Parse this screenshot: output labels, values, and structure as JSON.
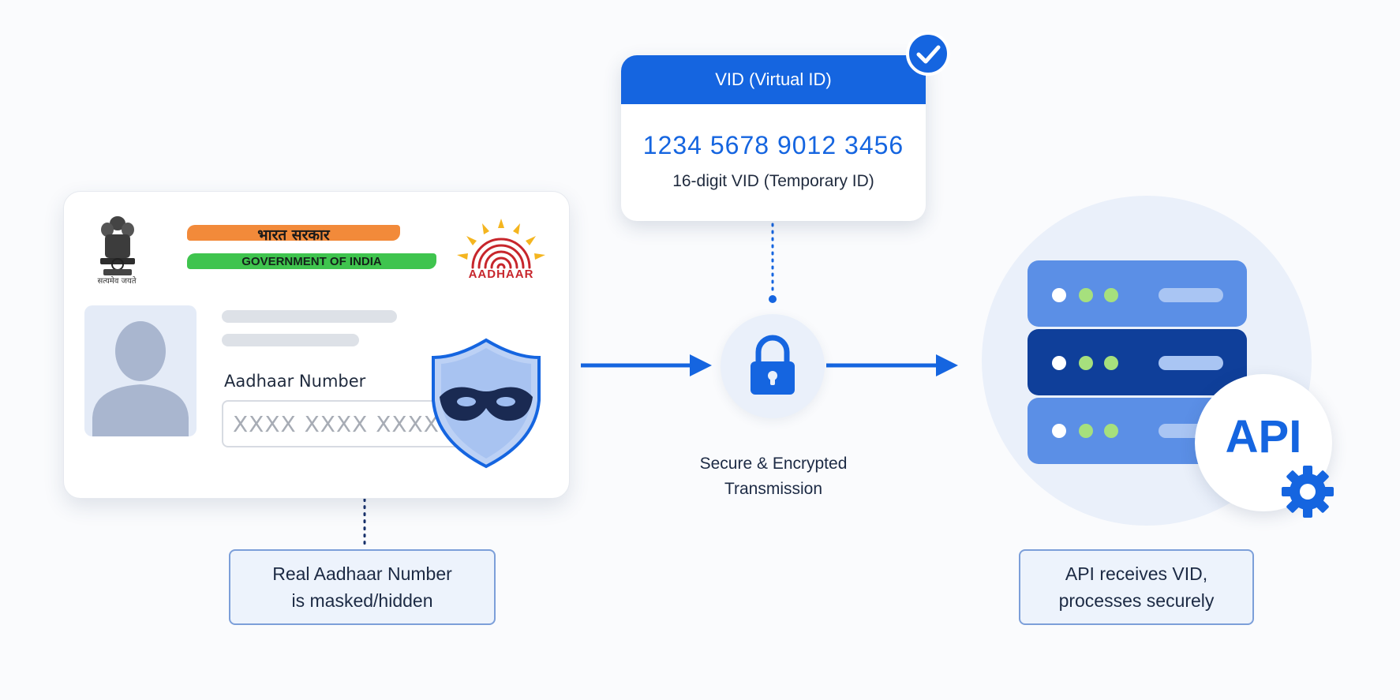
{
  "card": {
    "emblem_motto": "सत्यमेव जयते",
    "hindi_title": "भारत सरकार",
    "government": "GOVERNMENT OF INDIA",
    "logo_text": "AADHAAR",
    "number_label": "Aadhaar Number",
    "number_value": "XXXX XXXX XXXX"
  },
  "vid": {
    "title": "VID (Virtual ID)",
    "number": "1234 5678 9012 3456",
    "subtitle": "16-digit VID (Temporary ID)"
  },
  "transmission": {
    "line1": "Secure & Encrypted",
    "line2": "Transmission"
  },
  "server": {
    "api_label": "API"
  },
  "callouts": {
    "left_line1": "Real Aadhaar Number",
    "left_line2": "is masked/hidden",
    "right_line1": "API receives VID,",
    "right_line2": "processes securely"
  },
  "colors": {
    "primary_blue": "#1565e0",
    "dark_blue": "#0f3f9a",
    "light_blue": "#5b8fe6",
    "saffron": "#f28a3a",
    "green": "#3fc44e",
    "aadhaar_red": "#c7262c"
  },
  "icons": [
    "ashoka-emblem-icon",
    "aadhaar-fingerprint-logo",
    "person-silhouette-icon",
    "mask-shield-icon",
    "check-icon",
    "lock-icon",
    "server-stack-icon",
    "gear-icon"
  ]
}
